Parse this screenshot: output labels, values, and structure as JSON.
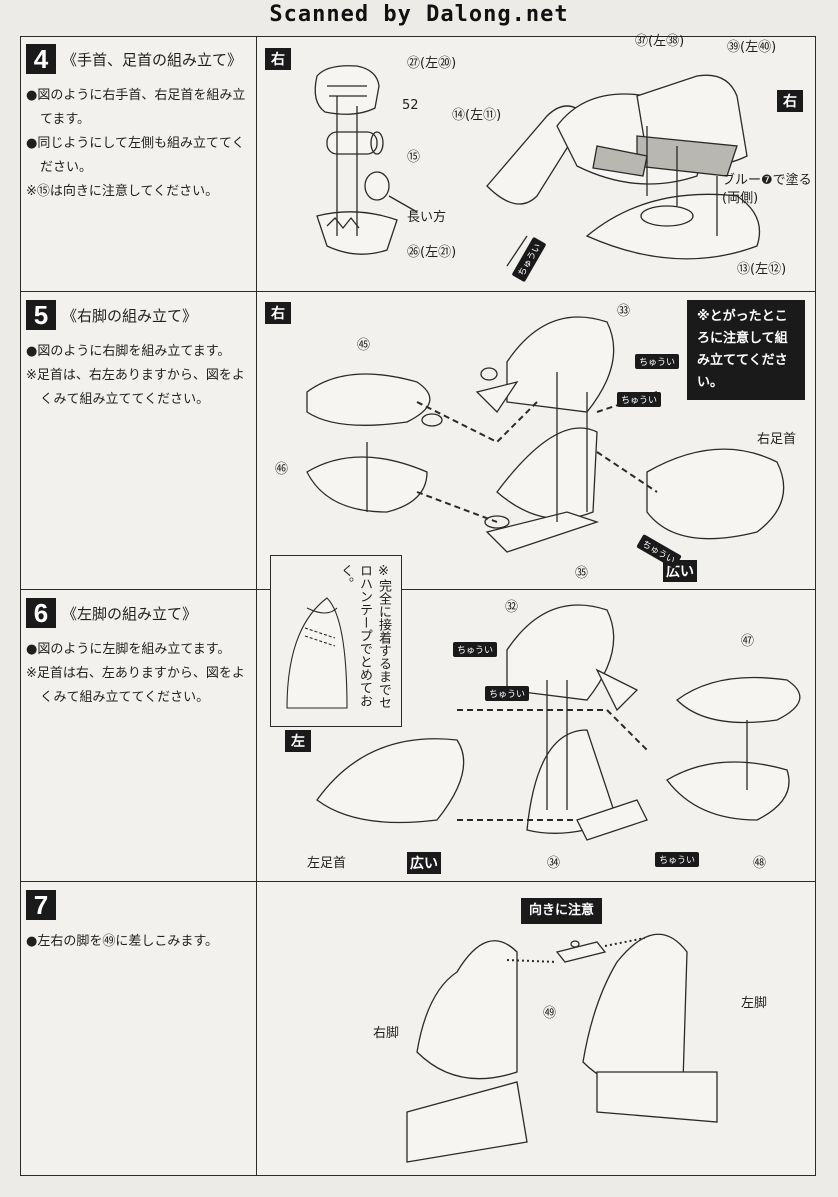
{
  "watermark": "Scanned by Dalong.net",
  "step4": {
    "number": "4",
    "title": "《手首、足首の組み立て》",
    "lines": [
      "●図のように右手首、右足首を組み立てます。",
      "●同じようにして左側も組み立ててください。",
      "※⑮は向きに注意してください。"
    ],
    "badge_right_1": "右",
    "badge_right_2": "右",
    "labels": {
      "p27": "㉗(左⑳)",
      "p52": "52",
      "p15": "⑮",
      "nagai": "長い方",
      "p26": "㉖(左㉑)",
      "p14": "⑭(左⑪)",
      "p37": "㊲(左㊳)",
      "p39": "㊴(左㊵)",
      "blue": "ブルー❼で塗る(両側)",
      "p13": "⑬(左⑫)",
      "chuui": "ちゅうい"
    }
  },
  "step5": {
    "number": "5",
    "title": "《右脚の組み立て》",
    "lines": [
      "●図のように右脚を組み立てます。",
      "※足首は、右左ありますから、図をよくみて組み立ててください。"
    ],
    "badge": "右",
    "callout": "※とがったところに注意して組み立ててください。",
    "labels": {
      "p33": "㉝",
      "p45": "㊺",
      "p46": "㊻",
      "p35": "㉟",
      "right_ankle": "右足首",
      "wide": "広い",
      "chuui": "ちゅうい"
    }
  },
  "tape_note": "※完全に接着するまでセロハンテープでとめておく。",
  "step6": {
    "number": "6",
    "title": "《左脚の組み立て》",
    "lines": [
      "●図のように左脚を組み立てます。",
      "※足首は右、左ありますから、図をよくみて組み立ててください。"
    ],
    "badge": "左",
    "labels": {
      "p32": "㉜",
      "p47": "㊼",
      "p48": "㊽",
      "p34": "㉞",
      "left_ankle": "左足首",
      "wide": "広い",
      "chuui": "ちゅうい"
    }
  },
  "step7": {
    "number": "7",
    "lines": [
      "●左右の脚を㊾に差しこみます。"
    ],
    "callout": "向きに注意",
    "labels": {
      "p49": "㊾",
      "right_leg": "右脚",
      "left_leg": "左脚"
    }
  }
}
